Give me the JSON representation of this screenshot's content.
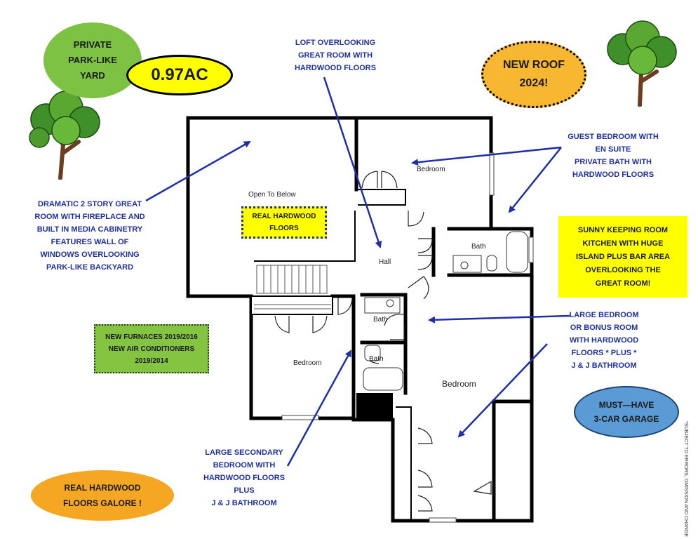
{
  "badges": {
    "yard": [
      "PRIVATE",
      "PARK-LIKE",
      "YARD"
    ],
    "acreage": "0.97AC",
    "roof": [
      "NEW ROOF",
      "2024!"
    ],
    "hardwood_center": [
      "REAL HARDWOOD",
      "FLOORS"
    ],
    "furnaces": [
      "NEW FURNACES 2019/2016",
      "NEW AIR CONDITIONERS",
      "2019/2014"
    ],
    "garage": [
      "MUST—HAVE",
      "3-CAR GARAGE"
    ],
    "hardwood_galore": [
      "REAL HARDWOOD",
      "FLOORS GALORE !"
    ],
    "keeping_room": [
      "SUNNY KEEPING ROOM",
      "KITCHEN WITH HUGE",
      "ISLAND PLUS BAR AREA",
      "OVERLOOKING THE",
      "GREAT ROOM!"
    ]
  },
  "notes": {
    "loft": [
      "LOFT OVERLOOKING",
      "GREAT ROOM WITH",
      "HARDWOOD FLOORS"
    ],
    "guest": [
      "GUEST BEDROOM WITH",
      "EN SUITE",
      "PRIVATE BATH WITH",
      "HARDWOOD FLOORS"
    ],
    "great_room": [
      "DRAMATIC 2 STORY GREAT",
      "ROOM WITH FIREPLACE AND",
      "BUILT IN MEDIA CABINETRY",
      "FEATURES WALL OF",
      "WINDOWS OVERLOOKING",
      "PARK-LIKE BACKYARD"
    ],
    "large_bedroom": [
      "LARGE BEDROOM",
      "OR BONUS ROOM",
      "WITH HARDWOOD",
      "FLOORS * PLUS *",
      "J & J BATHROOM"
    ],
    "secondary": [
      "LARGE SECONDARY",
      "BEDROOM WITH",
      "HARDWOOD FLOORS",
      "PLUS",
      "J & J BATHROOM"
    ]
  },
  "rooms": {
    "open_to_below": "Open To Below",
    "bedroom_guest": "Bedroom",
    "bath_guest": "Bath",
    "hall": "Hall",
    "bath_jj_1": "Bath",
    "bath_jj_2": "Bath",
    "bedroom_left": "Bedroom",
    "bedroom_large": "Bedroom"
  },
  "disclaimer": "*SUBJECT TO ERRORS, OMISSION AND CHANGE",
  "colors": {
    "arrow": "#1f2fa8",
    "note_text": "#1f2fa8",
    "yard_green": "#7dc242",
    "acreage_yellow": "#ffff00",
    "roof_orange": "#f7b731",
    "furnace_green": "#84c441",
    "garage_blue": "#5b9bd5",
    "galore_orange": "#f5a623",
    "keeping_yellow": "#ffff00",
    "wall": "#000000"
  },
  "icons": [
    "tree-icon",
    "tree-icon"
  ]
}
